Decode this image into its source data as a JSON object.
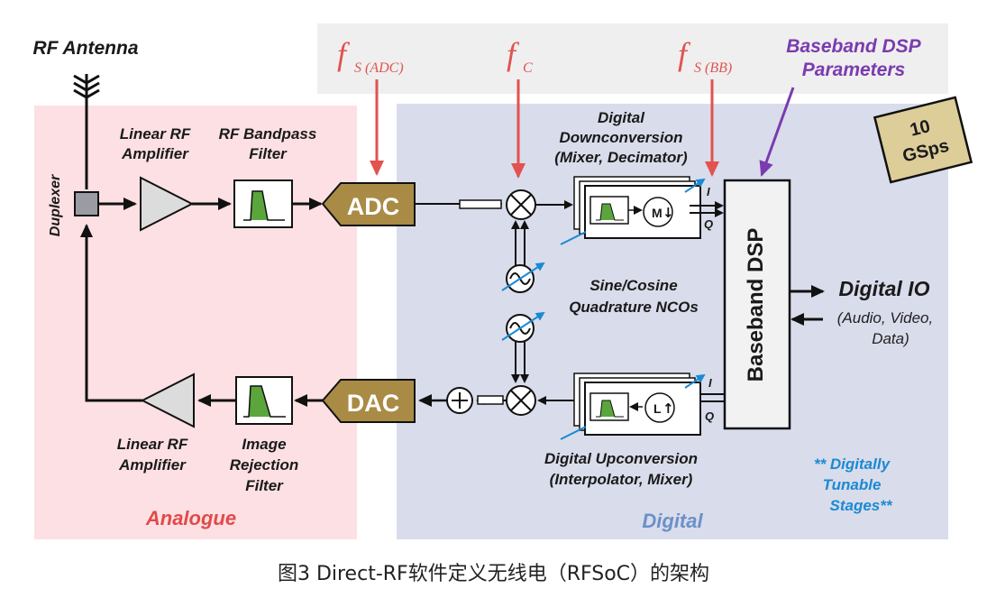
{
  "rf_antenna": "RF Antenna",
  "duplexer": "Duplexer",
  "rx_amp": [
    "Linear RF",
    "Amplifier"
  ],
  "rx_filter": [
    "RF Bandpass",
    "Filter"
  ],
  "adc": "ADC",
  "dac": "DAC",
  "fs_adc": {
    "f": "f",
    "sub": "S (ADC)"
  },
  "fc": {
    "f": "f",
    "sub": "C"
  },
  "fs_bb": {
    "f": "f",
    "sub": "S (BB)"
  },
  "bb_params": [
    "Baseband DSP",
    "Parameters"
  ],
  "gsps": [
    "10",
    "GSps"
  ],
  "ddc": [
    "Digital",
    "Downconversion",
    "(Mixer, Decimator)"
  ],
  "nco": [
    "Sine/Cosine",
    "Quadrature NCOs"
  ],
  "duc": [
    "Digital Upconversion",
    "(Interpolator, Mixer)"
  ],
  "bb_dsp": "Baseband DSP",
  "digital_io": "Digital IO",
  "io_sub": [
    "(Audio, Video,",
    "Data)"
  ],
  "tx_amp": [
    "Linear RF",
    "Amplifier"
  ],
  "tx_filter": [
    "Image",
    "Rejection",
    "Filter"
  ],
  "analogue": "Analogue",
  "digital": "Digital",
  "tunable": [
    "** Digitally",
    "Tunable",
    "Stages**"
  ],
  "i_label": "I",
  "q_label": "Q",
  "dec_label": "M",
  "int_label": "L",
  "caption": "图3 Direct-RF软件定义无线电（RFSoC）的架构",
  "colors": {
    "analogue_bg": "#fde0e3",
    "digital_bg": "#d9dcea",
    "param_bg": "#efefef",
    "adc_fill": "#a98b45",
    "red_arrow": "#e2524f",
    "purple": "#7a3bb0",
    "blue": "#1a8ad4",
    "gsps_fill": "#dccd99",
    "filter_green": "#5aa63c"
  }
}
